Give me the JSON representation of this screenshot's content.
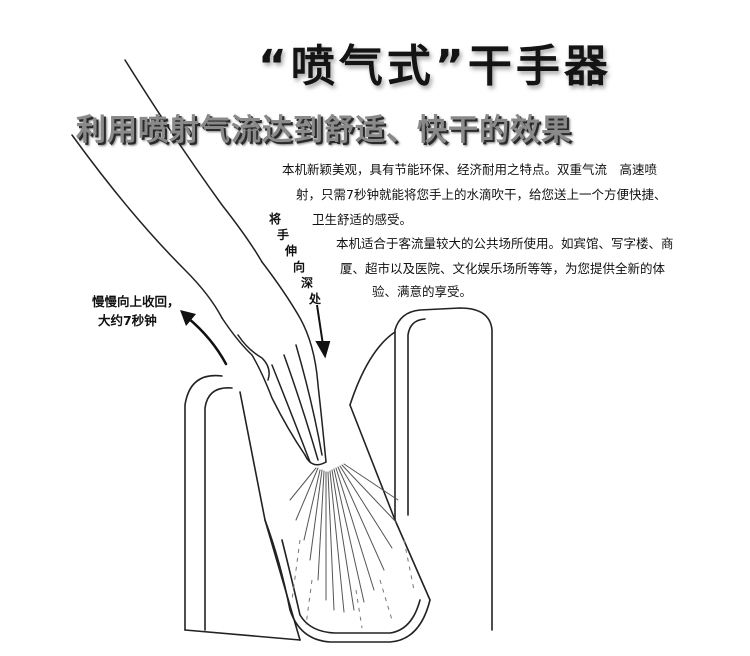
{
  "title": "“喷气式”干手器",
  "subtitle": "利用喷射气流达到舒适、快干的效果",
  "description": {
    "lines": [
      "本机新颖美观，具有节能环保、经济耐用之特点。双重气流　高速喷",
      "射，只需7秒钟就能将您手上的水滴吹干，给您送上一个方便快捷、",
      "卫生舒适的感受。",
      "本机适合于客流量较大的公共场所使用。如宾馆、写字楼、商",
      "厦、超市以及医院、文化娱乐场所等等，为您提供全新的体",
      "验、满意的享受。"
    ]
  },
  "instructions": {
    "insert_chars": [
      "将",
      "手",
      "伸",
      "向",
      "深",
      "处"
    ],
    "withdraw_lines": [
      "慢慢向上收回，",
      "大约7秒钟"
    ]
  },
  "colors": {
    "line": "#222222",
    "title": "#141414",
    "subtitle_fill": "#8a8a8a"
  }
}
